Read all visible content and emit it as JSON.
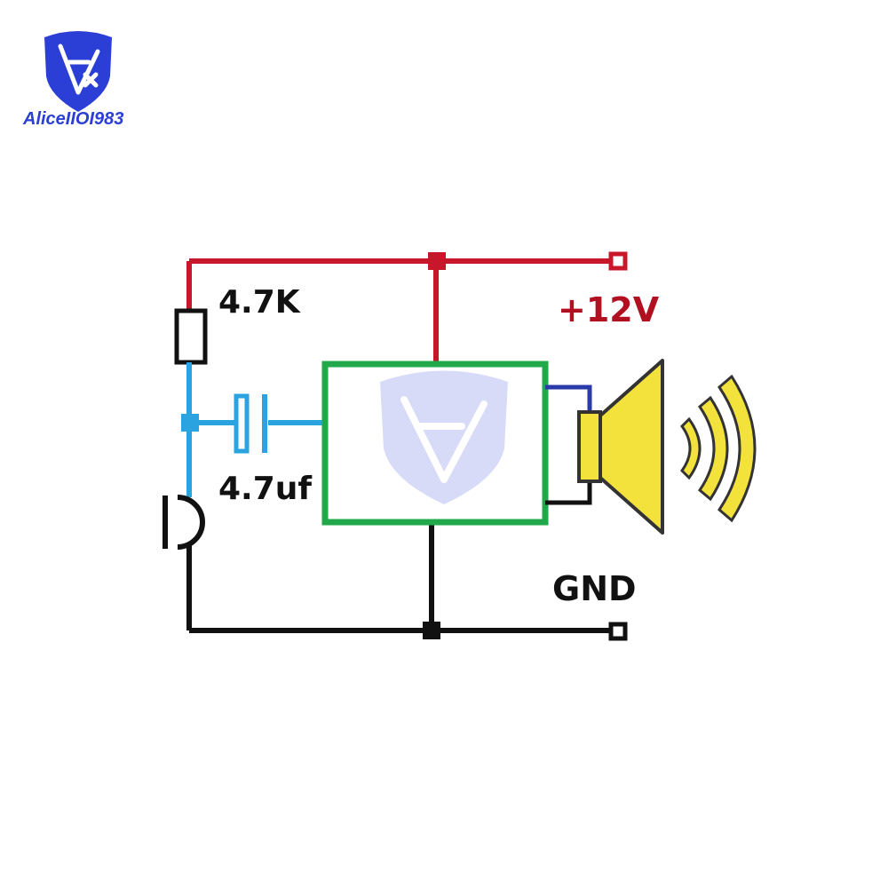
{
  "brand": {
    "logo_text": "AliceIIOI983",
    "colors": {
      "blue": "#2b3fd6",
      "red": "#e2231a"
    }
  },
  "labels": {
    "resistor": "4.7K",
    "capacitor": "4.7uf",
    "power": "+12V",
    "ground": "GND"
  },
  "colors": {
    "power_wire": "#c8172a",
    "signal_wire": "#2aa3e0",
    "ground_wire": "#111111",
    "module_border": "#21a84a",
    "speaker_lead": "#2a3aa8",
    "speaker": "#f4e23c",
    "speaker_outline": "#333333",
    "label_text": "#111111",
    "power_text": "#b01020"
  }
}
